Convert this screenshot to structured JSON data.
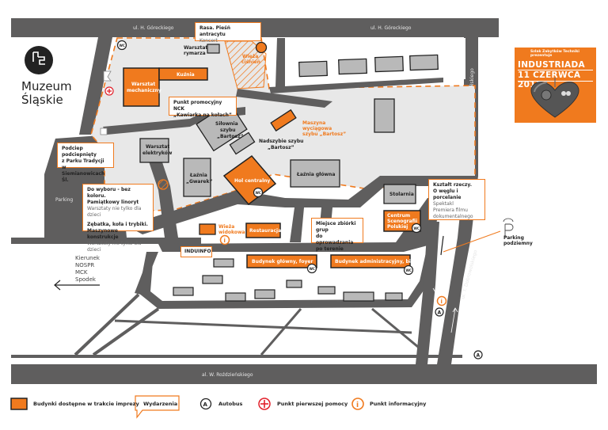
{
  "museum": {
    "name_line1": "Muzeum",
    "name_line2": "Śląskie"
  },
  "poster": {
    "org": "Szlak Zabytków Techniki",
    "org_sub": "prezentuje",
    "title": "INDUSTRIADA",
    "date": "11 CZERWCA 2016"
  },
  "streets": {
    "top": "ul. H. Góreckiego",
    "top2": "ul. H. Góreckiego",
    "right_top": "ul. T. Dobrowolskiego",
    "right_bottom": "ul. T. Dobrowolskiego",
    "bottom": "al. W. Roździeńskiego"
  },
  "areas": {
    "parking": "Parking",
    "underground_parking_line1": "Parking",
    "underground_parking_line2": "podziemny",
    "underground_parking_icon": "P"
  },
  "direction": {
    "lines": [
      "Kierunek",
      "NOSPR",
      "MCK",
      "Spodek"
    ]
  },
  "buildings": {
    "warsztat_rymarza": [
      "Warsztat",
      "rymarza"
    ],
    "wieza_cisnien": [
      "Wieża",
      "ciśnień"
    ],
    "warsztat_mechaniczny": [
      "Warsztat",
      "mechaniczny"
    ],
    "kuznia": "Kuźnia",
    "silownia": [
      "Siłownia",
      "szybu",
      "„Bartosz”"
    ],
    "nadszybie": [
      "Nadszybie szybu",
      "„Bartosz”"
    ],
    "maszyna": [
      "Maszyna",
      "wyciągowa",
      "szybu „Bartosz”"
    ],
    "warsztat_elektrykow": [
      "Warsztat",
      "elektryków"
    ],
    "laznia_gwarek": [
      "Łaźnia",
      "„Gwarek”"
    ],
    "hol_centralny": "Hol centralny",
    "laznia_glowna": "Łaźnia główna",
    "stolarnia": "Stolarnia",
    "centrum": [
      "Centrum",
      "Scenografii",
      "Polskiej"
    ],
    "wieza_widokowa": [
      "Wieża",
      "widokowa"
    ],
    "restauracja": "Restauracja",
    "budynek_glowny": "Budynek główny, foyer",
    "budynek_admin": "Budynek administracyjny, bistro",
    "induinfo": "INDUINFO"
  },
  "events": {
    "rasa": {
      "title": "Rasa. Pieśń antracytu",
      "sub": "Koncert"
    },
    "nck": {
      "line1": "Punkt promocyjny NCK",
      "line2": "„Kawiarka na kołach”"
    },
    "podciep": {
      "lines": [
        "Podciep podciepnięty",
        "z Parku Tradycji",
        "w Siemianowicach Śl."
      ]
    },
    "warsztaty": {
      "t1a": "Do wyboru - bez koloru.",
      "t1b": "Pamiątkowy linoryt",
      "s1": "Warsztaty nie tylko dla dzieci",
      "t2a": "Zębatka, koła i trybiki.",
      "t2b": "Maszynowe konstrukcje",
      "s2": "Warsztaty nie tylko dla dzieci"
    },
    "zbiorka": {
      "lines": [
        "Miejsce zbiórki grup",
        "do oprowadzania",
        "po terenie"
      ]
    },
    "ksztalt": {
      "t1": "Kształt rzeczy.",
      "t2": "O węglu i porcelanie",
      "s1": "Spektakl",
      "s2": "Premiera filmu",
      "s3": "dokumentalnego"
    }
  },
  "markers": {
    "wc": "WC",
    "bus": "A",
    "info": "i"
  },
  "legend": {
    "buildings": "Budynki dostępne w trakcie imprezy",
    "events": "Wydarzenia",
    "bus": "Autobus",
    "first_aid": "Punkt pierwszej pomocy",
    "info": "Punkt informacyjny"
  },
  "colors": {
    "orange": "#f07a1e",
    "road": "#5f5e5e",
    "area": "#e8e8e8",
    "building": "#b9b9b9",
    "red": "#e2202a"
  }
}
